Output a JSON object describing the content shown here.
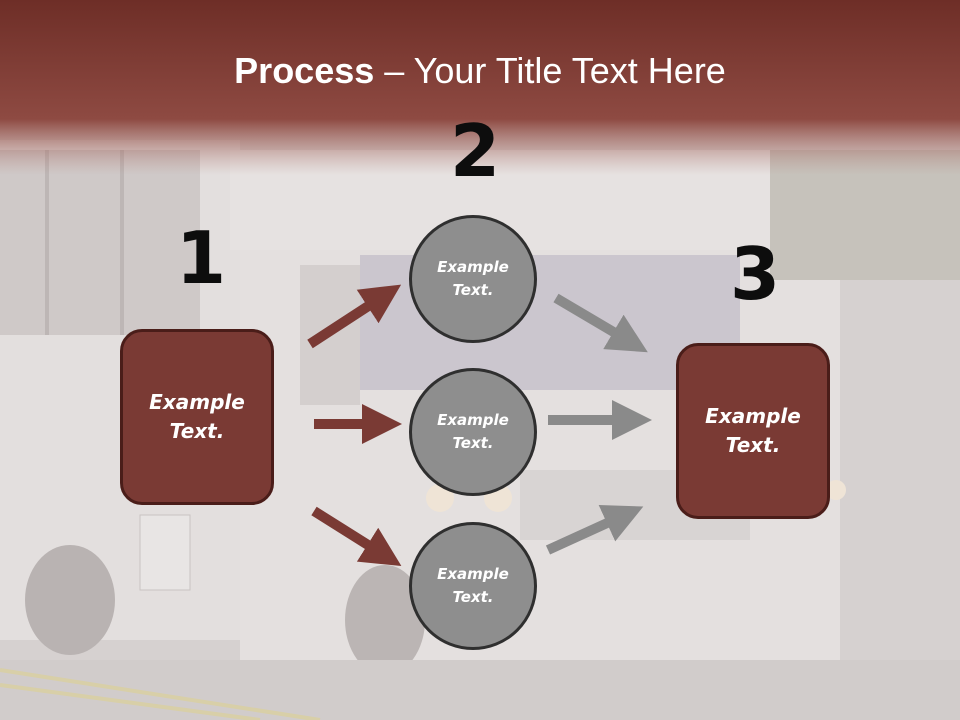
{
  "slide": {
    "title_bold": "Process",
    "title_rest": " – Your Title Text Here",
    "steps": [
      "1",
      "2",
      "3"
    ],
    "boxes": {
      "left_line1": "Example",
      "left_line2": "Text.",
      "right_line1": "Example",
      "right_line2": "Text."
    },
    "circles": [
      {
        "line1": "Example",
        "line2": "Text."
      },
      {
        "line1": "Example",
        "line2": "Text."
      },
      {
        "line1": "Example",
        "line2": "Text."
      }
    ]
  },
  "colors": {
    "header_red": "#8e4a42",
    "box_fill": "#7a3a34",
    "circle_fill": "#8e8e8e",
    "arrow_red": "#7a3a34",
    "arrow_gray": "#8a8a8a"
  }
}
